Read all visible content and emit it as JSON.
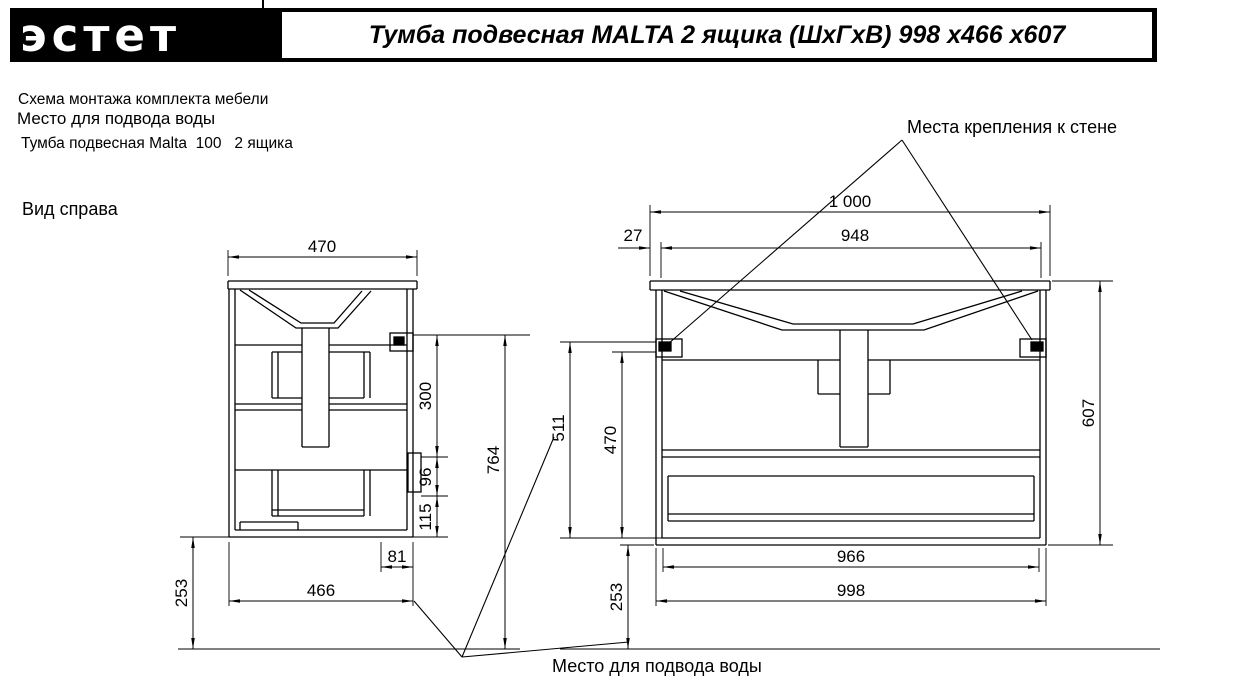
{
  "header": {
    "logo": "эстет",
    "title": "Тумба подвесная MALTA 2 ящика (ШхГхВ) 998 х466 х607"
  },
  "notes": [
    "Схема монтажа комплекта мебели",
    "Место для подвода воды",
    "Тумба подвесная Malta  100   2 ящика"
  ],
  "labels": {
    "view_right": "Вид справа",
    "wall_mount_points": "Места крепления к стене",
    "water_supply_point": "Место для подвода воды"
  },
  "dimensions": {
    "side": {
      "top_width": "470",
      "bracket_to_rail": "300",
      "rail_height": "96",
      "rail_to_bottom": "115",
      "height_to_floor": "764",
      "back_offset": "81",
      "depth": "466",
      "bottom_clearance": "253"
    },
    "front": {
      "countertop_width": "1 000",
      "edge_to_bracket": "27",
      "bracket_span": "948",
      "bracket_to_bottom": "511",
      "carcass_height": "470",
      "total_height": "607",
      "inner_width": "966",
      "cabinet_width": "998",
      "bottom_clearance": "253"
    }
  }
}
